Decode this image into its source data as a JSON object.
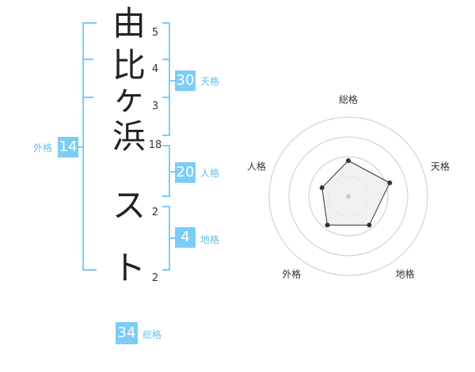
{
  "name": {
    "characters": [
      "由",
      "比",
      "ヶ",
      "浜",
      "ス",
      "ト"
    ],
    "strokes": [
      "5",
      "4",
      "3",
      "18",
      "2",
      "2"
    ]
  },
  "fortune": {
    "tenkaku": {
      "label": "天格",
      "value": "30"
    },
    "jinkaku": {
      "label": "人格",
      "value": "20"
    },
    "chikaku": {
      "label": "地格",
      "value": "4"
    },
    "gaikaku": {
      "label": "外格",
      "value": "14"
    },
    "soukaku": {
      "label": "総格",
      "value": "34"
    }
  },
  "radar": {
    "axes": [
      "総格",
      "天格",
      "地格",
      "外格",
      "人格"
    ],
    "values": [
      0.45,
      0.55,
      0.45,
      0.45,
      0.35
    ],
    "rings": 4,
    "colors": {
      "line": "#333333",
      "fill": "#eeeeee",
      "grid": "#cccccc",
      "point": "#333333",
      "center": "#cccccc"
    }
  },
  "colors": {
    "accent": "#7ccdf6",
    "text": "#222222"
  }
}
